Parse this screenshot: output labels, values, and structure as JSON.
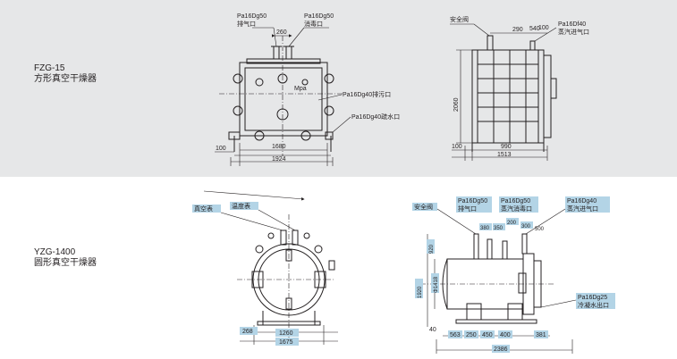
{
  "sections": [
    {
      "model": "FZG-15",
      "name": "方形真空干燥器"
    },
    {
      "model": "YZG-1400",
      "name": "圆形真空干燥器"
    }
  ],
  "fzg": {
    "exhaust_port": "Pa16Dg50",
    "exhaust_label": "排气口",
    "disinfect_port": "Pa16Dg50",
    "disinfect_label": "消毒口",
    "dim_260": "260",
    "gauge_label": "Mpa",
    "drain_port": "Pa16Dg40排污口",
    "water_port": "Pa16Dg40疏水口",
    "dim_1680": "1680",
    "dim_1924": "1924",
    "dim_100": "100",
    "side_safety_valve": "安全阀",
    "side_dim_290": "290",
    "side_dim_540": "540",
    "side_dim_100": "100",
    "side_steam_port": "Pa16Df40",
    "side_steam_label": "蒸汽进气口",
    "side_dim_2060": "2060",
    "side_dim_100b": "100",
    "side_dim_990": "990",
    "side_dim_1513": "1513"
  },
  "yzg": {
    "vacuum_gauge": "真空表",
    "temp_gauge": "温度表",
    "dim_268": "268",
    "dim_1260": "1260",
    "dim_1675": "1675",
    "side_safety_valve": "安全阀",
    "side_exhaust_port": "Pa16Dg50",
    "side_exhaust_label": "排气口",
    "side_disinfect_port": "Pa16Dg50",
    "side_disinfect_label": "蒸汽消毒口",
    "side_steam_port": "Pa16Dg40",
    "side_steam_label": "蒸汽进气口",
    "side_dim_200": "200",
    "side_dim_300": "300",
    "side_dim_380": "380",
    "side_dim_350": "350",
    "side_dim_500": "500",
    "side_dim_920": "920",
    "side_dim_1920": "1920",
    "side_dim_418": "Φ1418",
    "side_cond_port": "Pa16Dg25",
    "side_cond_label": "冷凝水出口",
    "side_dim_40": "40",
    "bottom_dims": [
      "563",
      "250",
      "450",
      "400",
      "381"
    ],
    "side_dim_2386": "2386"
  }
}
